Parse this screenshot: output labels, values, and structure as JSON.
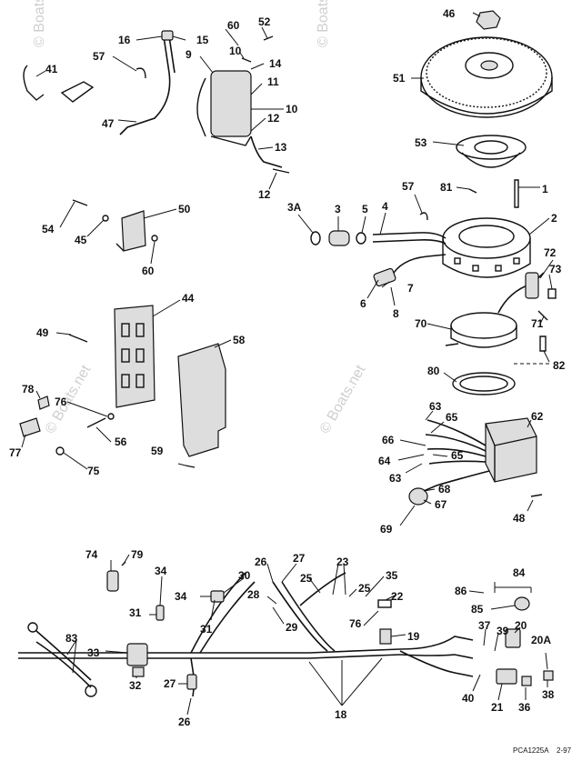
{
  "watermark": "© Boats.net",
  "footer_code": "PCA1225A",
  "footer_date": "2-97",
  "callouts": {
    "c46": "46",
    "c51": "51",
    "c53": "53",
    "c81": "81",
    "c1": "1",
    "c57b": "57",
    "c2": "2",
    "c3A": "3A",
    "c3": "3",
    "c5": "5",
    "c4": "4",
    "c72": "72",
    "c73": "73",
    "c6": "6",
    "c7": "7",
    "c8": "8",
    "c71": "71",
    "c70": "70",
    "c82": "82",
    "c80": "80",
    "c62": "62",
    "c63a": "63",
    "c65a": "65",
    "c66": "66",
    "c65b": "65",
    "c64": "64",
    "c63b": "63",
    "c68": "68",
    "c67": "67",
    "c69": "69",
    "c48": "48",
    "c60a": "60",
    "c52": "52",
    "c16": "16",
    "c15": "15",
    "c10a": "10",
    "c57a": "57",
    "c9": "9",
    "c14": "14",
    "c41": "41",
    "c11": "11",
    "c10b": "10",
    "c47": "47",
    "c12a": "12",
    "c13": "13",
    "c12b": "12",
    "c54": "54",
    "c45": "45",
    "c50": "50",
    "c60b": "60",
    "c44": "44",
    "c49": "49",
    "c58": "58",
    "c78": "78",
    "c76": "76",
    "c56": "56",
    "c77": "77",
    "c75": "75",
    "c59": "59",
    "c74": "74",
    "c79": "79",
    "c34a": "34",
    "c31a": "31",
    "c26a": "26",
    "c27a": "27",
    "c23": "23",
    "c30": "30",
    "c25a": "25",
    "c25b": "25",
    "c35": "35",
    "c34b": "34",
    "c28": "28",
    "c22": "22",
    "c84": "84",
    "c86": "86",
    "c85": "85",
    "c31b": "31",
    "c29": "29",
    "c76b": "76",
    "c19": "19",
    "c37": "37",
    "c39": "39",
    "c20": "20",
    "c83": "83",
    "c33": "33",
    "c20A": "20A",
    "c32": "32",
    "c27b": "27",
    "c40": "40",
    "c21": "21",
    "c36": "36",
    "c38": "38",
    "c26b": "26",
    "c18": "18"
  }
}
